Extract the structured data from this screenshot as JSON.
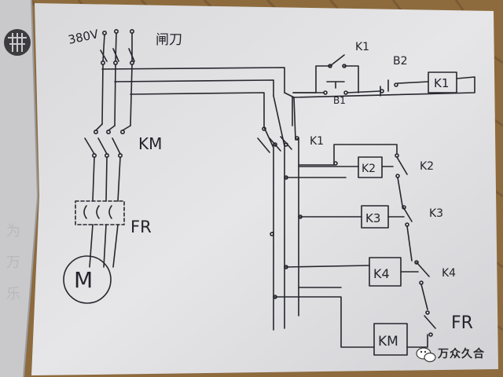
{
  "labels": {
    "supply_voltage": "380V",
    "knife_switch": "闸刀",
    "km_main": "KM",
    "fr_main": "FR",
    "motor": "M",
    "k1_top": "K1",
    "b2": "B2",
    "b1": "B1",
    "relay_k1": "K1",
    "k1_contact": "K1",
    "relay_k2": "K2",
    "k2_contact": "K2",
    "relay_k3": "K3",
    "k3_contact": "K3",
    "relay_k4": "K4",
    "k4_contact": "K4",
    "fr_control": "FR",
    "coil_km": "KM"
  },
  "watermark": {
    "text": "万众久合",
    "icon": "wechat-icon"
  }
}
